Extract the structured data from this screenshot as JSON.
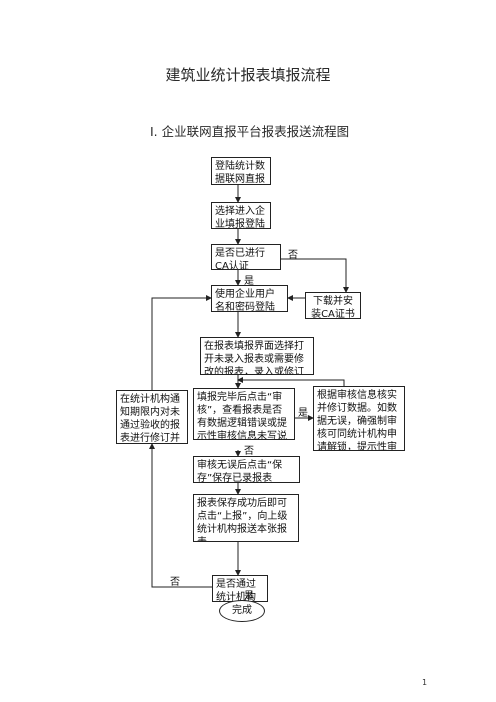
{
  "title": "建筑业统计报表填报流程",
  "section": "Ⅰ. 企业联网直报平台报表报送流程图",
  "nodes": {
    "login": "登陆统计数据联网直报网站",
    "select_entry": "选择进入企业填报登陆界面",
    "ca_check": "是否已进行CA认证",
    "download_ca": "下载并安装CA证书",
    "user_login": "使用企业用户名和密码登陆",
    "select_report": "在报表填报界面选择打开未录入报表或需要修改的报表，录入或修订数据",
    "review": "填报完毕后点击“审核”，查看报表是否有数据逻辑错误或提示性审核信息未写说明的情况",
    "fix": "根据审核信息核实并修订数据。如数据无误，确强制审核可同统计机构申请解锁，提示性审核需填写数据说明",
    "save": "审核无误后点击“保存”保存已录报表",
    "submit": "报表保存成功后即可点击“上报”，向上级统计机构报送本张报表",
    "pass_check": "是否通过统计机构验收",
    "revise": "在统计机构通知期限内对未通过验收的报表进行修订并重新上报",
    "end": "完成"
  },
  "labels": {
    "no_ca": "否",
    "yes_ca": "是",
    "yes_review": "是",
    "no_review": "否",
    "no_pass": "否",
    "yes_pass": "是"
  },
  "page_number": "1"
}
